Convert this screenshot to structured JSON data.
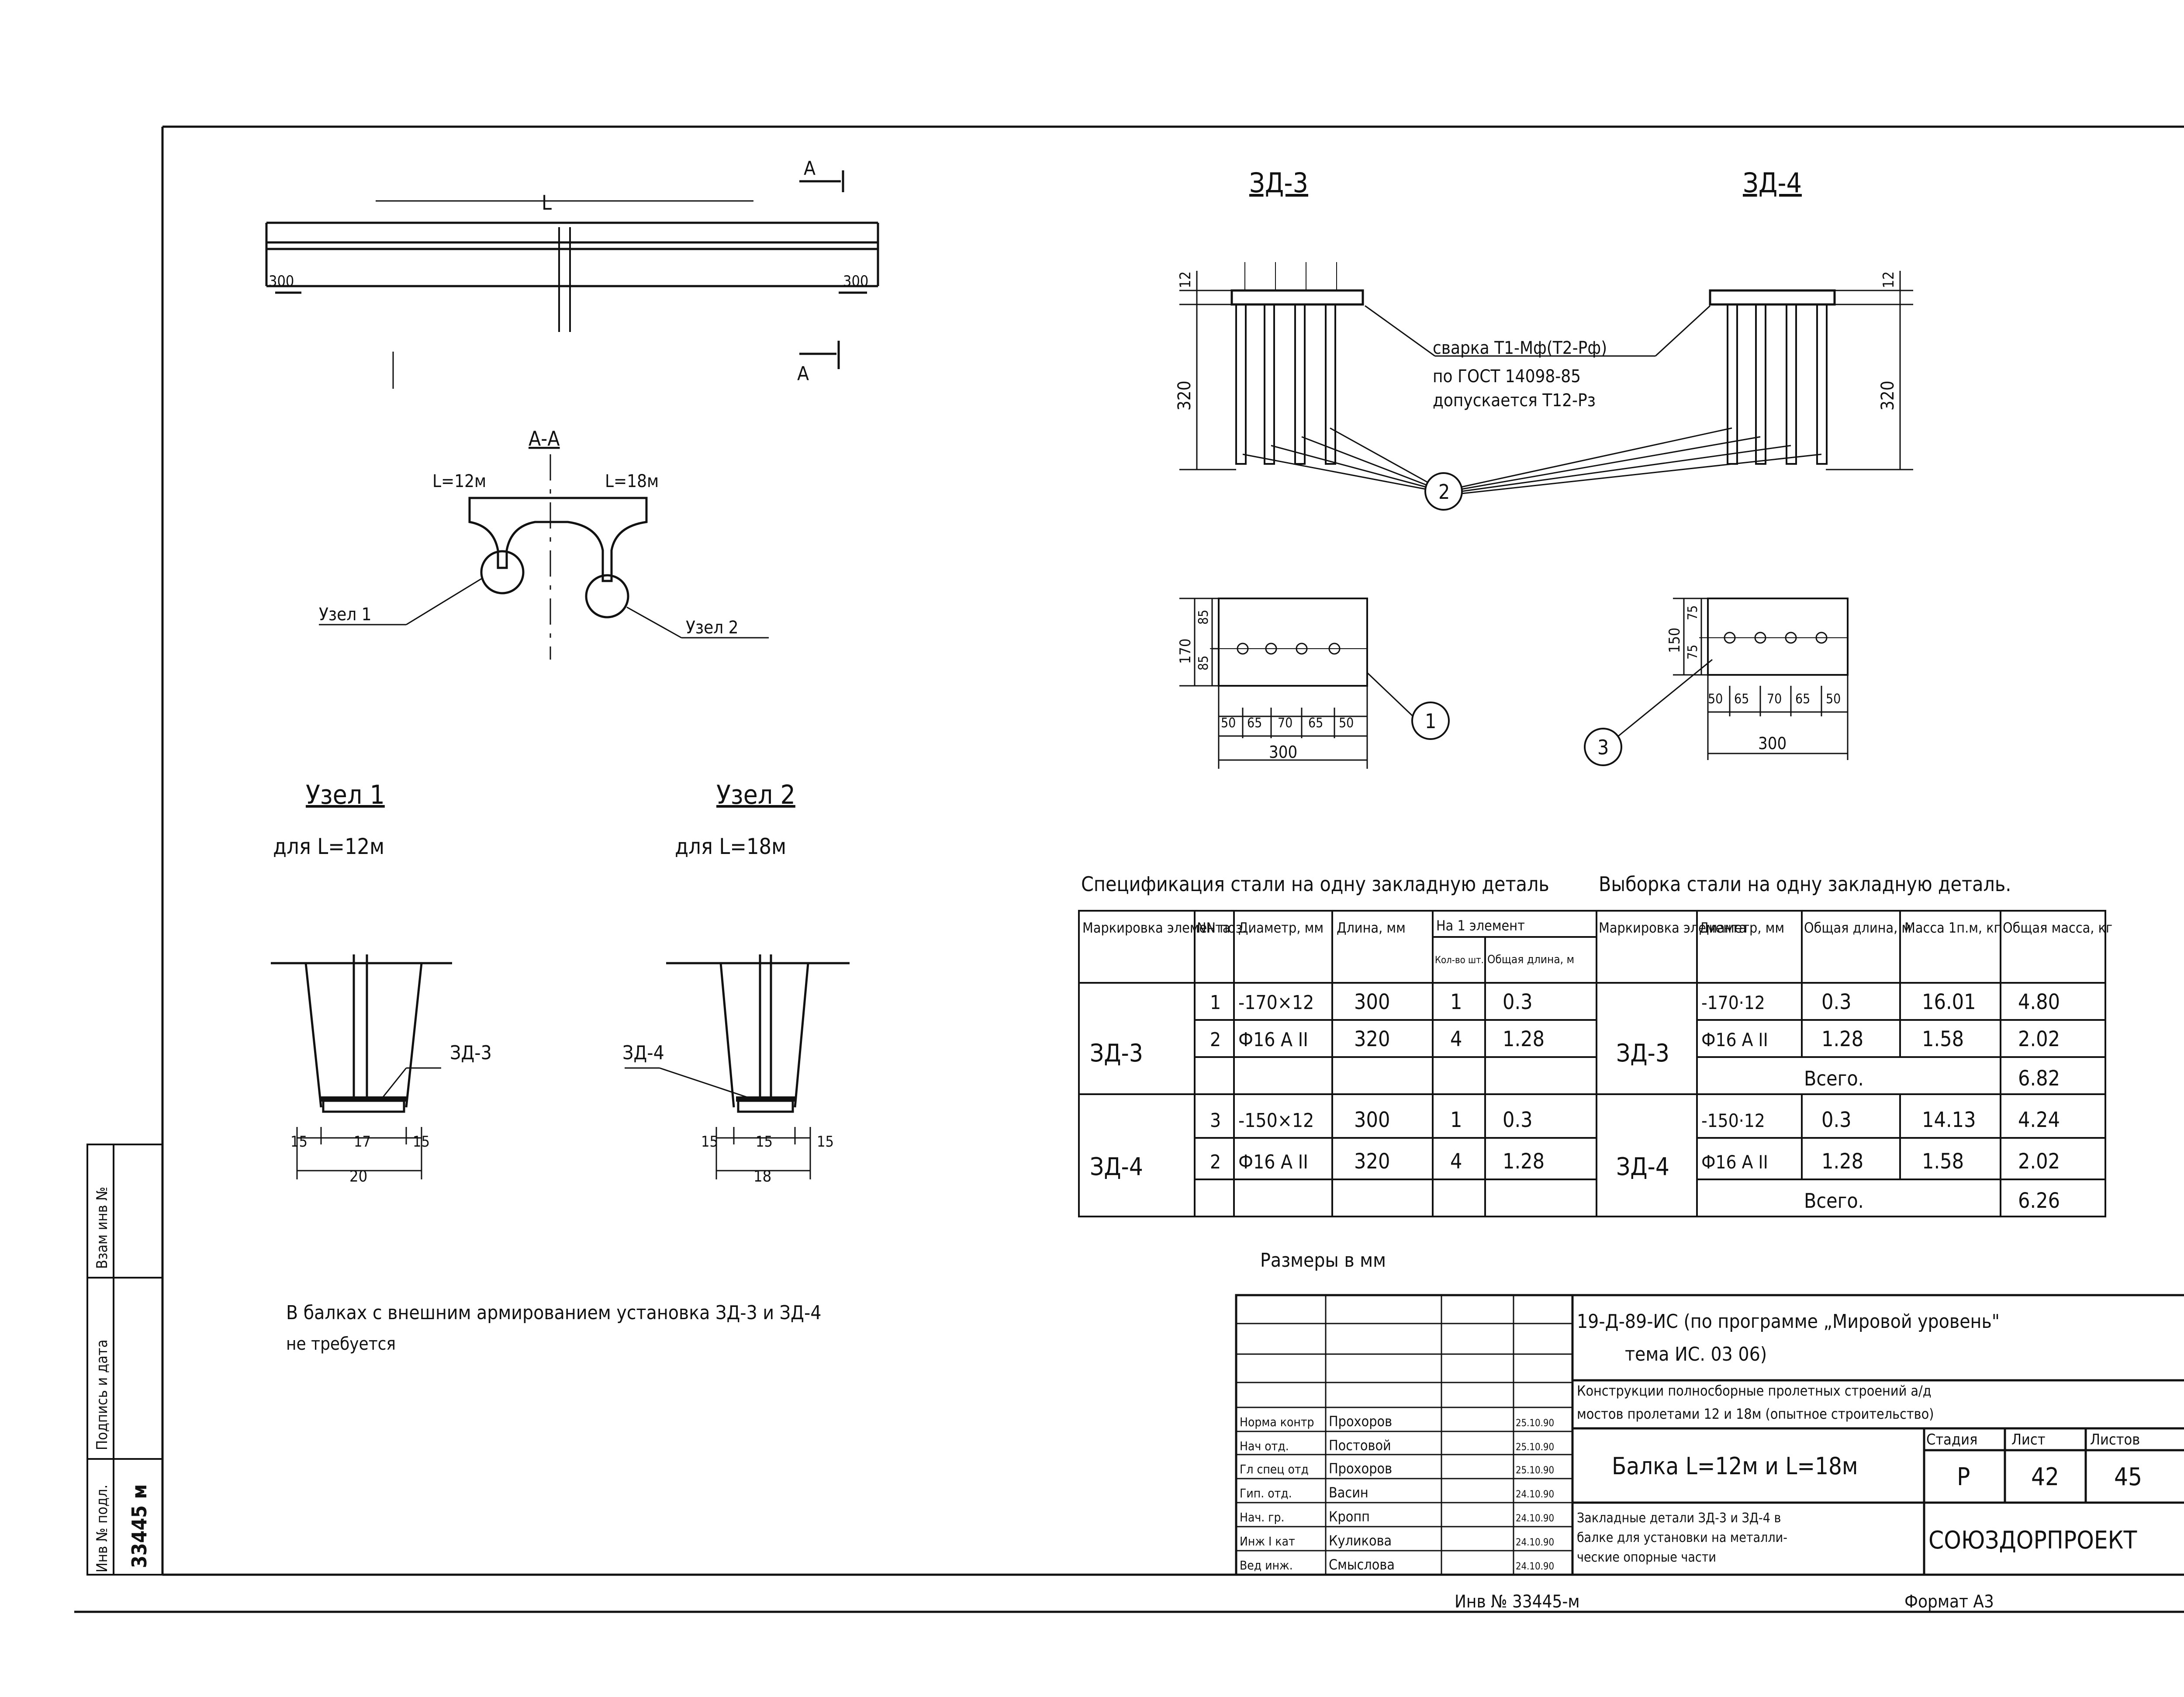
{
  "main_view": {
    "dim_L": "L",
    "section_mark": "А",
    "end_dim": "300"
  },
  "section": {
    "title": "А-А",
    "label_left": "L=12м",
    "label_right": "L=18м",
    "node1": "Узел 1",
    "node2": "Узел 2"
  },
  "node1": {
    "title": "Узел 1",
    "subtitle": "для  L=12м",
    "tag": "ЗД-3",
    "dim_a": "15",
    "dim_b": "17",
    "dim_c": "15",
    "dim_total": "20"
  },
  "node2": {
    "title": "Узел 2",
    "subtitle": "для  L=18м",
    "tag": "ЗД-4",
    "dim_a": "15",
    "dim_b": "15",
    "dim_c": "15",
    "dim_total": "18"
  },
  "zd3": {
    "title": "ЗД-3",
    "dim_height": "320",
    "dim_thick": "12",
    "plate_h": "170",
    "plate_h1": "85",
    "plate_h2": "85",
    "spacing": [
      "50",
      "65",
      "70",
      "65",
      "50"
    ],
    "width": "300",
    "callout": "1"
  },
  "zd4": {
    "title": "ЗД-4",
    "dim_height": "320",
    "dim_thick": "12",
    "plate_h": "150",
    "plate_h1": "75",
    "plate_h2": "75",
    "spacing": [
      "50",
      "65",
      "70",
      "65",
      "50"
    ],
    "width": "300",
    "callout": "3"
  },
  "weld_note": {
    "line1": "сварка Т1-Мф(Т2-Рф)",
    "line2": "по ГОСТ 14098-85",
    "line3": "допускается Т12-Рз",
    "callout": "2"
  },
  "spec_title": "Спецификация стали на одну закладную деталь",
  "sel_title": "Выборка стали на одну закладную деталь.",
  "spec_headers": {
    "mark": "Маркировка элемента",
    "pos": "NN поз.",
    "diam": "Диаметр, мм",
    "len": "Длина, мм",
    "per_el": "На 1 элемент",
    "qty": "Кол-во шт.",
    "total_len": "Общая длина, м"
  },
  "spec_rows": [
    {
      "mark": "ЗД-3",
      "pos": "1",
      "diam": "-170×12",
      "len": "300",
      "qty": "1",
      "total": "0.3"
    },
    {
      "mark": "",
      "pos": "2",
      "diam": "Ф16 А II",
      "len": "320",
      "qty": "4",
      "total": "1.28"
    },
    {
      "mark": "ЗД-4",
      "pos": "3",
      "diam": "-150×12",
      "len": "300",
      "qty": "1",
      "total": "0.3"
    },
    {
      "mark": "",
      "pos": "2",
      "diam": "Ф16 А II",
      "len": "320",
      "qty": "4",
      "total": "1.28"
    }
  ],
  "sel_headers": {
    "mark": "Маркировка элемента",
    "diam": "Диаметр, мм",
    "len": "Общая длина, м",
    "mass": "Масса 1п.м, кг",
    "total": "Общая масса, кг"
  },
  "sel_rows": [
    {
      "mark": "ЗД-3",
      "diam": "-170·12",
      "len": "0.3",
      "mass": "16.01",
      "total": "4.80"
    },
    {
      "mark": "",
      "diam": "Ф16 А II",
      "len": "1.28",
      "mass": "1.58",
      "total": "2.02"
    },
    {
      "total_label": "Всего.",
      "total": "6.82"
    },
    {
      "mark": "ЗД-4",
      "diam": "-150·12",
      "len": "0.3",
      "mass": "14.13",
      "total": "4.24"
    },
    {
      "mark": "",
      "diam": "Ф16 А II",
      "len": "1.28",
      "mass": "1.58",
      "total": "2.02"
    },
    {
      "total_label": "Всего.",
      "total": "6.26"
    }
  ],
  "units_note": "Размеры в мм",
  "bottom_note": {
    "line1": "В балках с внешним армированием установка ЗД-3 и ЗД-4",
    "line2": "не требуется"
  },
  "title_block": {
    "code": "19-Д-89-ИС (по программе „Мировой уровень\"",
    "topic": "тема  ИС. 03 06)",
    "desc_line1": "Конструкции полносборные пролетных строений а/д",
    "desc_line2": "мостов пролетами 12 и 18м (опытное строительство)",
    "part_name": "Балка L=12м и L=18м",
    "sheet_desc_1": "Закладные детали ЗД-3 и ЗД-4 в",
    "sheet_desc_2": "балке для установки на металли-",
    "sheet_desc_3": "ческие опорные части",
    "stage_label": "Стадия",
    "sheet_label": "Лист",
    "sheets_label": "Листов",
    "stage": "Р",
    "sheet": "42",
    "sheets": "45",
    "org": "СОЮЗДОРПРОЕКТ",
    "staff": [
      {
        "role": "Норма контр",
        "name": "Прохоров",
        "date": "25.10.90"
      },
      {
        "role": "Нач отд.",
        "name": "Постовой",
        "date": "25.10.90"
      },
      {
        "role": "Гл спец отд",
        "name": "Прохоров",
        "date": "25.10.90"
      },
      {
        "role": "Гип. отд.",
        "name": "Васин",
        "date": "24.10.90"
      },
      {
        "role": "Нач. гр.",
        "name": "Кропп",
        "date": "24.10.90"
      },
      {
        "role": "Инж I кат",
        "name": "Куликова",
        "date": "24.10.90"
      },
      {
        "role": "Вед инж.",
        "name": "Смыслова",
        "date": "24.10.90"
      }
    ]
  },
  "side_stamp": {
    "inv": "Инв № подл.",
    "sign": "Подпись и дата",
    "repl": "Взам инв №",
    "inv_no": "33445 м"
  },
  "inv_bottom": "Инв № 33445-м",
  "format": "Формат А3"
}
